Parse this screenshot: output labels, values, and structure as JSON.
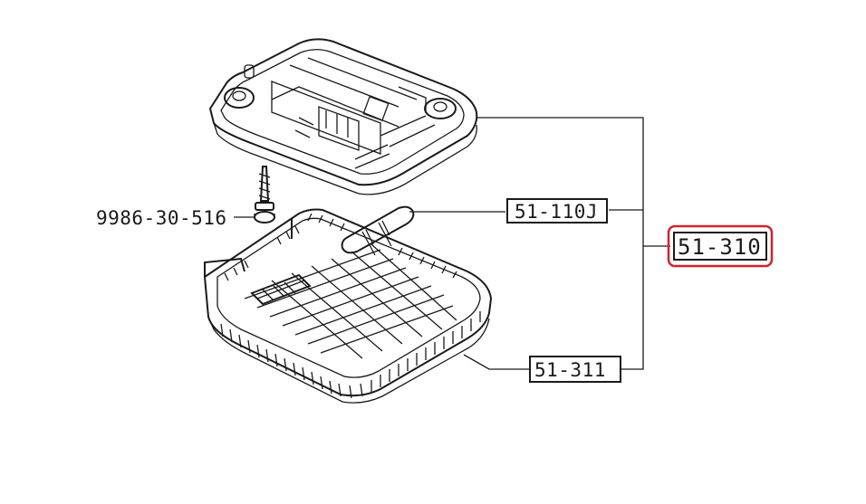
{
  "diagram": {
    "parts": {
      "screw": "9986-30-516",
      "bulb": "51-110J",
      "assembly": "51-310",
      "lens": "51-311"
    },
    "highlight_color": "#d0232a"
  }
}
